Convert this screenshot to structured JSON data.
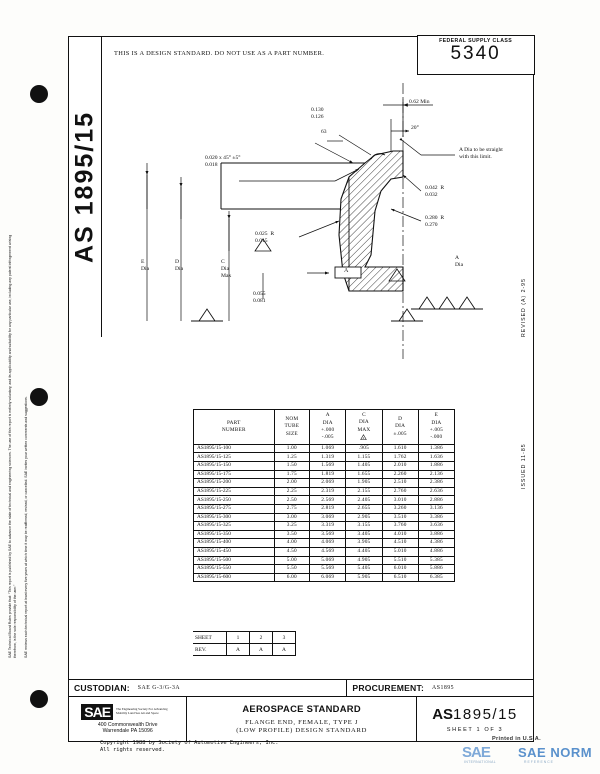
{
  "document": {
    "design_notice": "THIS IS A DESIGN STANDARD.  DO NOT USE AS A PART NUMBER.",
    "standard_number_vertical": "AS 1895/15",
    "federal_supply_class_label": "FEDERAL SUPPLY CLASS",
    "federal_supply_class_value": "5340",
    "copyright_line1": "Copyright 1988 by Society of Automotive Engineers, Inc.",
    "copyright_line2": "All rights reserved.",
    "printed_in": "Printed in U.S.A.",
    "side_note_left": "SAE Technical Board Rules provide that: “This report is published by SAE to advance the state of technical and engineering sciences. The use of this report is entirely voluntary, and its applicability and suitability for any particular use, including any patent infringement arising therefrom, is the sole responsibility of the user.”",
    "side_note_left2": "SAE reviews each technical report at least every five years at which time it may be reaffirmed, revised, or cancelled. SAE invites your written comments and suggestions.",
    "issued": "ISSUED  11-85",
    "revised": "REVISED (A) 2-95"
  },
  "drawing": {
    "callouts": [
      {
        "id": "flange-thickness",
        "text": "0.130\n0.126"
      },
      {
        "id": "chamfer",
        "text": "0.020 x 45° ±5°\n0.018"
      },
      {
        "id": "inner-radius",
        "text": "0.025  R\n0.015"
      },
      {
        "id": "face-flat",
        "text": "0.055\n0.081"
      },
      {
        "id": "angle-63",
        "text": "63"
      },
      {
        "id": "angle-20",
        "text": "20°"
      },
      {
        "id": "min-length",
        "text": "0.62 Min"
      },
      {
        "id": "straightness-note",
        "text": "A Dia to be straight\nwith this limit."
      },
      {
        "id": "outer-radius",
        "text": "0.042  R\n0.032"
      },
      {
        "id": "bead-radius",
        "text": "0.280  R\n0.270"
      },
      {
        "id": "dim-e",
        "text": "E\nDia"
      },
      {
        "id": "dim-d",
        "text": "D\nDia"
      },
      {
        "id": "dim-c",
        "text": "C\nDia\nMax"
      },
      {
        "id": "dim-a-right",
        "text": "A\nDia"
      },
      {
        "id": "datum-a",
        "text": "A"
      }
    ]
  },
  "parts_table": {
    "columns": [
      {
        "key": "part_number",
        "title": "PART\nNUMBER",
        "tol": ""
      },
      {
        "key": "nom_tube_size",
        "title": "NOM\nTUBE\nSIZE",
        "tol": ""
      },
      {
        "key": "a_dia",
        "title": "A\nDIA",
        "tol": "+.000\n-.005"
      },
      {
        "key": "c_dia",
        "title": "C\nDIA\nMAX",
        "tol": ""
      },
      {
        "key": "d_dia",
        "title": "D\nDIA",
        "tol": "±.005"
      },
      {
        "key": "e_dia",
        "title": "E\nDIA",
        "tol": "+.005\n-.000"
      }
    ],
    "rows": [
      {
        "part_number": "AS1895/15-100",
        "nom_tube_size": "1.00",
        "a_dia": "1.069",
        "c_dia": ".905",
        "d_dia": "1.610",
        "e_dia": "1.386"
      },
      {
        "part_number": "AS1895/15-125",
        "nom_tube_size": "1.25",
        "a_dia": "1.319",
        "c_dia": "1.155",
        "d_dia": "1.762",
        "e_dia": "1.636"
      },
      {
        "part_number": "AS1895/15-150",
        "nom_tube_size": "1.50",
        "a_dia": "1.569",
        "c_dia": "1.405",
        "d_dia": "2.010",
        "e_dia": "1.886"
      },
      {
        "part_number": "AS1895/15-175",
        "nom_tube_size": "1.75",
        "a_dia": "1.819",
        "c_dia": "1.655",
        "d_dia": "2.260",
        "e_dia": "2.136"
      },
      {
        "part_number": "AS1895/15-200",
        "nom_tube_size": "2.00",
        "a_dia": "2.069",
        "c_dia": "1.905",
        "d_dia": "2.510",
        "e_dia": "2.386"
      },
      {
        "part_number": "AS1895/15-225",
        "nom_tube_size": "2.25",
        "a_dia": "2.319",
        "c_dia": "2.155",
        "d_dia": "2.760",
        "e_dia": "2.636"
      },
      {
        "part_number": "AS1895/15-250",
        "nom_tube_size": "2.50",
        "a_dia": "2.569",
        "c_dia": "2.405",
        "d_dia": "3.010",
        "e_dia": "2.886"
      },
      {
        "part_number": "AS1895/15-275",
        "nom_tube_size": "2.75",
        "a_dia": "2.819",
        "c_dia": "2.655",
        "d_dia": "3.260",
        "e_dia": "3.136"
      },
      {
        "part_number": "AS1895/15-300",
        "nom_tube_size": "3.00",
        "a_dia": "3.069",
        "c_dia": "2.905",
        "d_dia": "3.510",
        "e_dia": "3.386"
      },
      {
        "part_number": "AS1895/15-325",
        "nom_tube_size": "3.25",
        "a_dia": "3.319",
        "c_dia": "3.155",
        "d_dia": "3.760",
        "e_dia": "3.636"
      },
      {
        "part_number": "AS1895/15-350",
        "nom_tube_size": "3.50",
        "a_dia": "3.569",
        "c_dia": "3.405",
        "d_dia": "4.010",
        "e_dia": "3.886"
      },
      {
        "part_number": "AS1895/15-400",
        "nom_tube_size": "4.00",
        "a_dia": "4.069",
        "c_dia": "3.905",
        "d_dia": "4.510",
        "e_dia": "4.386"
      },
      {
        "part_number": "AS1895/15-450",
        "nom_tube_size": "4.50",
        "a_dia": "4.569",
        "c_dia": "4.405",
        "d_dia": "5.010",
        "e_dia": "4.886"
      },
      {
        "part_number": "AS1895/15-500",
        "nom_tube_size": "5.00",
        "a_dia": "5.069",
        "c_dia": "4.905",
        "d_dia": "5.510",
        "e_dia": "5.385"
      },
      {
        "part_number": "AS1895/15-550",
        "nom_tube_size": "5.50",
        "a_dia": "5.569",
        "c_dia": "5.405",
        "d_dia": "6.010",
        "e_dia": "5.886"
      },
      {
        "part_number": "AS1895/15-600",
        "nom_tube_size": "6.00",
        "a_dia": "6.069",
        "c_dia": "5.905",
        "d_dia": "6.510",
        "e_dia": "6.385"
      }
    ]
  },
  "sheet_rev_table": {
    "row_labels": [
      "SHEET",
      "REV."
    ],
    "sheets": [
      "1",
      "2",
      "3"
    ],
    "revs": [
      "A",
      "A",
      "A"
    ]
  },
  "title_block": {
    "custodian_label": "CUSTODIAN:",
    "custodian_value": "SAE G-3/G-3A",
    "procurement_label": "PROCUREMENT:",
    "procurement_value": "AS1895",
    "sae_mark": "SAE",
    "sae_tagline": "The Engineering Society For Advancing Mobility Land Sea Air and Space",
    "sae_address_line1": "400 Commonwealth Drive",
    "sae_address_line2": "Warrendale PA 15096",
    "standard_type": "AEROSPACE STANDARD",
    "title_line1": "FLANGE END, FEMALE, TYPE J",
    "title_line2": "(LOW PROFILE) DESIGN STANDARD",
    "doc_prefix": "AS",
    "doc_number": "1895/15",
    "sheet_text": "SHEET   1    OF   3"
  },
  "watermark": {
    "sae": "SAE",
    "norm": "SAE NORM",
    "international": "INTERNATIONAL",
    "reference": "REFERENCE"
  }
}
